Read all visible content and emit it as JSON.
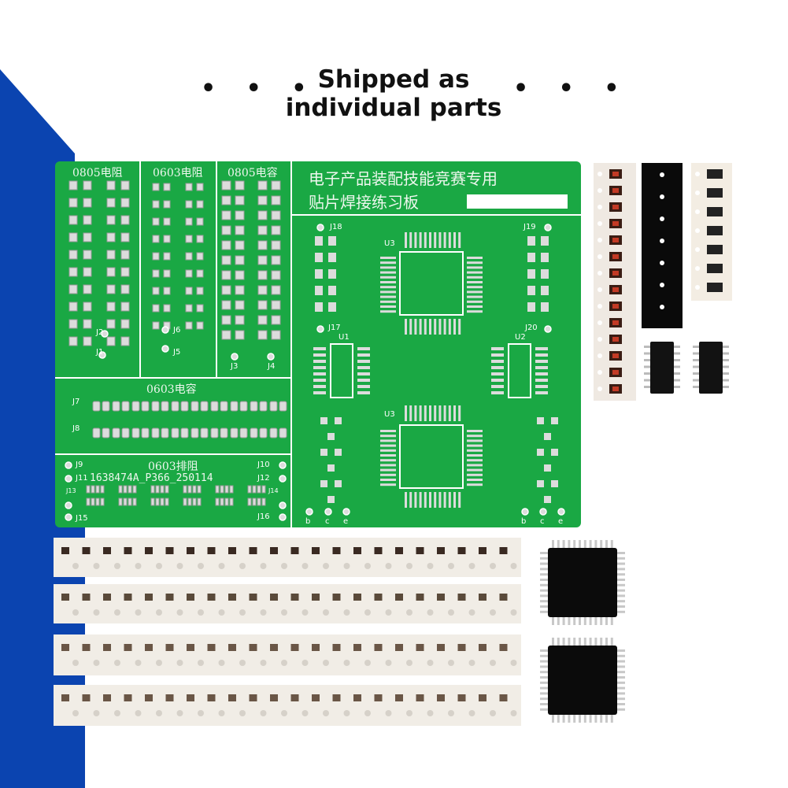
{
  "caption": {
    "line1": "Shipped as",
    "line2": "individual parts",
    "dots_left": "• • •",
    "dots_right": "• • •"
  },
  "board": {
    "title_line1": "电子产品装配技能竞赛专用",
    "title_line2": "贴片焊接练习板",
    "sections": {
      "r0805": "0805电阻",
      "r0603": "0603电阻",
      "c0805": "0805电容",
      "c0603": "0603电容",
      "rn0603": "0603排阻"
    },
    "part_code": "1638474A_P366_250114",
    "labels": {
      "J1": "J1",
      "J2": "J2",
      "J3": "J3",
      "J4": "J4",
      "J5": "J5",
      "J6": "J6",
      "J7": "J7",
      "J8": "J8",
      "J9": "J9",
      "J10": "J10",
      "J11": "J11",
      "J12": "J12",
      "J13": "J13",
      "J14": "J14",
      "J15": "J15",
      "J16": "J16",
      "J17": "J17",
      "J18": "J18",
      "J19": "J19",
      "J20": "J20",
      "U1": "U1",
      "U2": "U2",
      "U3a": "U3",
      "U3b": "U3",
      "b1": "b",
      "c1": "c",
      "e1": "e",
      "b2": "b",
      "c2": "c",
      "e2": "e"
    }
  },
  "colors": {
    "pcb_green": "#1aa844",
    "accent_blue": "#0b44b0",
    "silkscreen": "#ffffff",
    "chip_black": "#0d0d0d",
    "tape_white": "#f1ede6"
  }
}
